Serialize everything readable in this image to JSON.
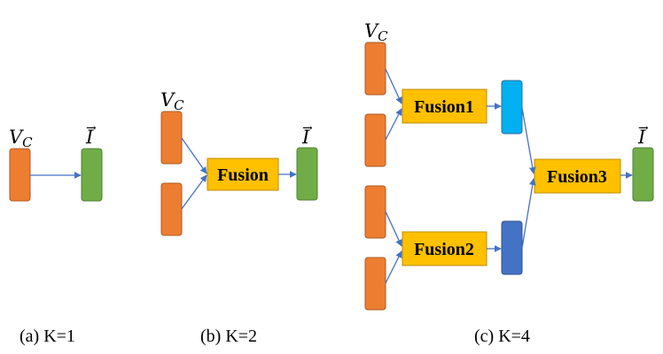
{
  "panels": {
    "a": {
      "caption": "(a) K=1"
    },
    "b": {
      "caption": "(b) K=2",
      "fusion_label": "Fusion"
    },
    "c": {
      "caption": "(c) K=4",
      "fusion1_label": "Fusion1",
      "fusion2_label": "Fusion2",
      "fusion3_label": "Fusion3"
    }
  },
  "symbols": {
    "input_var": "V",
    "input_sub": "C",
    "output_var": "I",
    "output_arrow": "→"
  },
  "colors": {
    "input": "#ED7D31",
    "output": "#70AD47",
    "fusion": "#FFC000",
    "intermediate_1": "#00B0F0",
    "intermediate_2": "#4472C4",
    "edge": "#4472C4"
  }
}
